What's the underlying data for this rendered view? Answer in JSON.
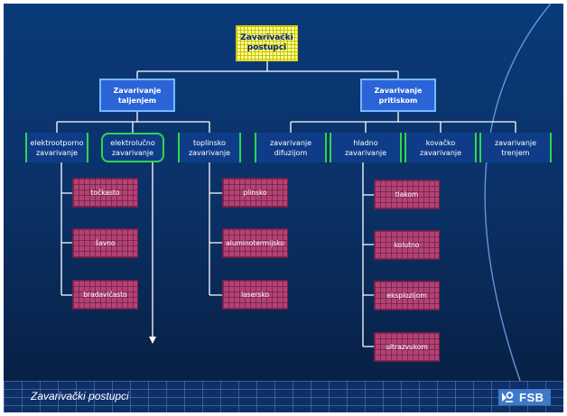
{
  "diagram": {
    "root": "Zavarivački\npostupci",
    "categories": {
      "taljenjem": "Zavarivanje\ntaljenjem",
      "pritiskom": "Zavarivanje\npritiskom"
    },
    "methods": [
      "elektrootporno\nzavarivanje",
      "elektrolučno\nzavarivanje",
      "toplinsko\nzavarivanje",
      "zavarivanje\ndifuzijom",
      "hladno\nzavarivanje",
      "kovačko\nzavarivanje",
      "zavarivanje\ntrenjem"
    ],
    "subs": {
      "elektrootporno": [
        "točkasto",
        "šavno",
        "bradavičasto"
      ],
      "toplinsko": [
        "plinsko",
        "aluminotermijsko",
        "lasersko"
      ],
      "hladno": [
        "tlakom",
        "kolutno",
        "eksplozijom",
        "ultrazvukom"
      ]
    }
  },
  "footer": {
    "title": "Zavarivački postupci",
    "logo_text": "FSB"
  },
  "colors": {
    "background": "#0b3268",
    "root_fill": "#fffb9a",
    "category_fill": "#2a64d6",
    "method_border": "#2bd94a",
    "sub_fill": "#b34274",
    "connector": "#ffffff"
  }
}
